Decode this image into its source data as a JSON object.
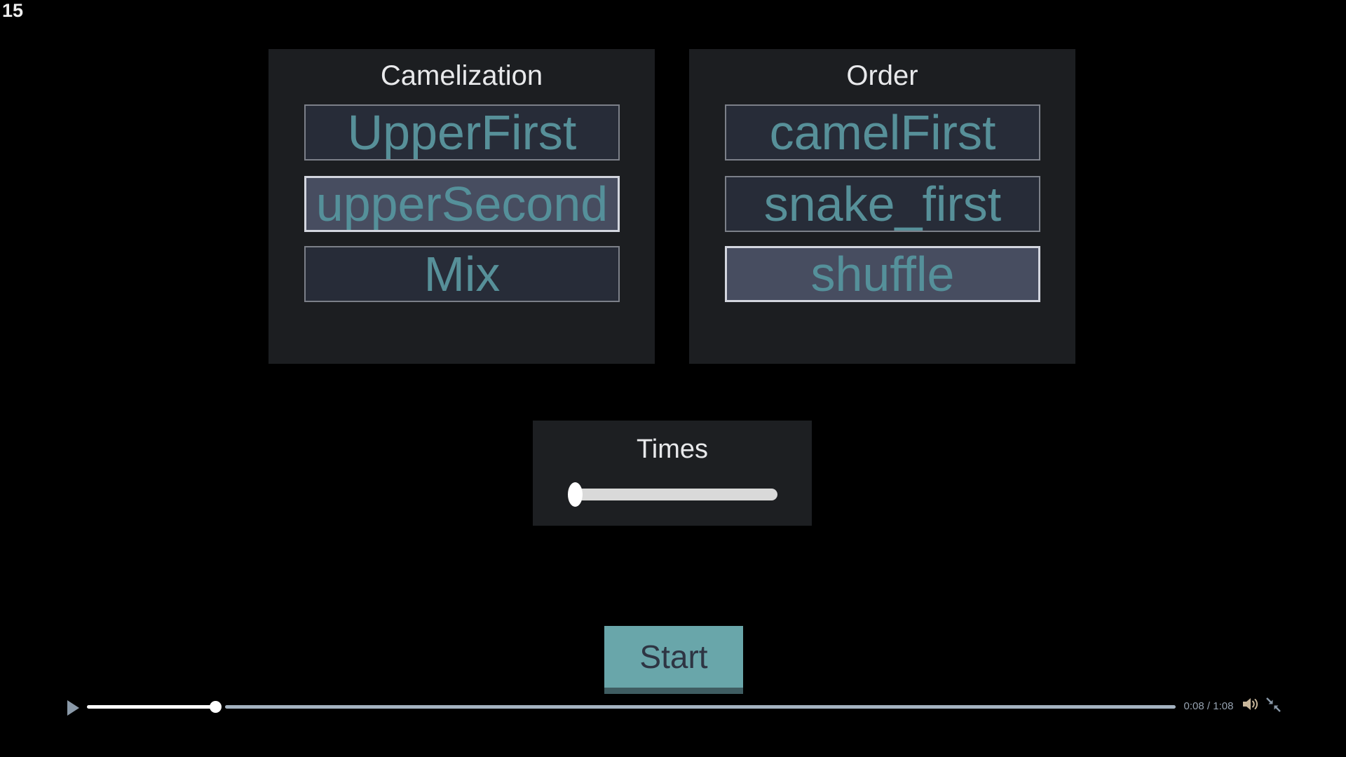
{
  "frame_counter": "15",
  "panels": {
    "camelization": {
      "title": "Camelization",
      "options": [
        {
          "label": "UpperFirst",
          "selected": false
        },
        {
          "label": "upperSecond",
          "selected": true
        },
        {
          "label": "Mix",
          "selected": false
        }
      ]
    },
    "order": {
      "title": "Order",
      "options": [
        {
          "label": "camelFirst",
          "selected": false
        },
        {
          "label": "snake_first",
          "selected": false
        },
        {
          "label": "shuffle",
          "selected": true
        }
      ]
    }
  },
  "times": {
    "title": "Times",
    "slider_position_fraction": 0
  },
  "start_button": {
    "label": "Start"
  },
  "player": {
    "time_display": "0:08 / 1:08",
    "progress_fraction": 0.118,
    "state": "paused"
  },
  "colors": {
    "background": "#000000",
    "panel_background": "#1c1e21",
    "option_background": "#272c38",
    "option_border": "#7c8089",
    "option_selected_background": "#474d60",
    "option_selected_border": "#d3d6df",
    "option_text_teal": "#579099",
    "title_text": "#e8e9eb",
    "start_background": "#69a6aa",
    "start_edge": "#3f5d62",
    "start_text": "#2e3543",
    "progress_played": "#ffffff",
    "progress_remaining": "#a4b2c0",
    "player_icon_gray": "#8a99a8",
    "volume_icon_tan": "#c8b69a"
  },
  "icons": {
    "play": "play-icon",
    "volume": "volume-icon",
    "exit_fullscreen": "exit-fullscreen-icon"
  }
}
